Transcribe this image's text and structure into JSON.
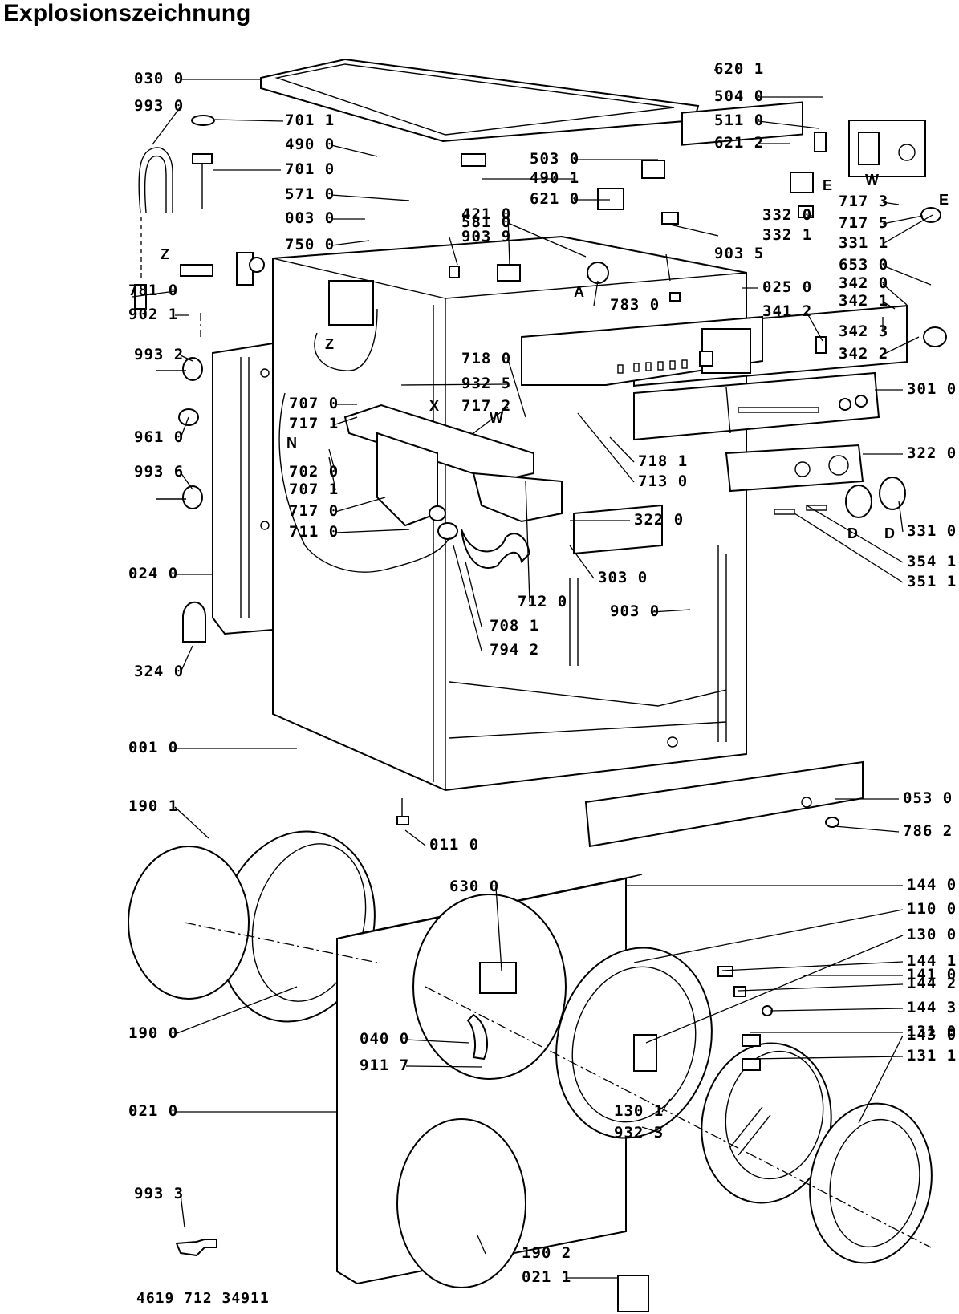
{
  "title": "Explosionszeichnung",
  "document_number": "4619 712 34911",
  "markers": [
    "A",
    "D",
    "D",
    "E",
    "E",
    "N",
    "W",
    "W",
    "X",
    "Z",
    "Z"
  ],
  "parts": [
    {
      "num": "030 0"
    },
    {
      "num": "993 0"
    },
    {
      "num": "701 1"
    },
    {
      "num": "490 0"
    },
    {
      "num": "701 0"
    },
    {
      "num": "571 0"
    },
    {
      "num": "003 0"
    },
    {
      "num": "750 0"
    },
    {
      "num": "781 0"
    },
    {
      "num": "902 1"
    },
    {
      "num": "993 2"
    },
    {
      "num": "961 0"
    },
    {
      "num": "993 6"
    },
    {
      "num": "024 0"
    },
    {
      "num": "324 0"
    },
    {
      "num": "001 0"
    },
    {
      "num": "707 0"
    },
    {
      "num": "717 1"
    },
    {
      "num": "702 0"
    },
    {
      "num": "707 1"
    },
    {
      "num": "717 0"
    },
    {
      "num": "711 0"
    },
    {
      "num": "932 5"
    },
    {
      "num": "717 2"
    },
    {
      "num": "718 0"
    },
    {
      "num": "421 0"
    },
    {
      "num": "903 9"
    },
    {
      "num": "581 0"
    },
    {
      "num": "503 0"
    },
    {
      "num": "490 1"
    },
    {
      "num": "621 0"
    },
    {
      "num": "620 1"
    },
    {
      "num": "504 0"
    },
    {
      "num": "511 0"
    },
    {
      "num": "621 2"
    },
    {
      "num": "332 0"
    },
    {
      "num": "332 1"
    },
    {
      "num": "903 5"
    },
    {
      "num": "717 3"
    },
    {
      "num": "717 5"
    },
    {
      "num": "331 1"
    },
    {
      "num": "653 0"
    },
    {
      "num": "342 0"
    },
    {
      "num": "342 1"
    },
    {
      "num": "342 3"
    },
    {
      "num": "342 2"
    },
    {
      "num": "783 0"
    },
    {
      "num": "025 0"
    },
    {
      "num": "341 2"
    },
    {
      "num": "301 0"
    },
    {
      "num": "322 0"
    },
    {
      "num": "718 1"
    },
    {
      "num": "713 0"
    },
    {
      "num": "322 0"
    },
    {
      "num": "331 0"
    },
    {
      "num": "354 1"
    },
    {
      "num": "351 1"
    },
    {
      "num": "303 0"
    },
    {
      "num": "712 0"
    },
    {
      "num": "708 1"
    },
    {
      "num": "794 2"
    },
    {
      "num": "903 0"
    },
    {
      "num": "053 0"
    },
    {
      "num": "786 2"
    },
    {
      "num": "011 0"
    },
    {
      "num": "190 1"
    },
    {
      "num": "630 0"
    },
    {
      "num": "144 0"
    },
    {
      "num": "110 0"
    },
    {
      "num": "130 0"
    },
    {
      "num": "144 1"
    },
    {
      "num": "144 2"
    },
    {
      "num": "144 3"
    },
    {
      "num": "131 0"
    },
    {
      "num": "131 1"
    },
    {
      "num": "190 0"
    },
    {
      "num": "040 0"
    },
    {
      "num": "911 7"
    },
    {
      "num": "130 1"
    },
    {
      "num": "932 3"
    },
    {
      "num": "141 0"
    },
    {
      "num": "143 0"
    },
    {
      "num": "021 0"
    },
    {
      "num": "993 3"
    },
    {
      "num": "190 2"
    },
    {
      "num": "021 1"
    }
  ]
}
